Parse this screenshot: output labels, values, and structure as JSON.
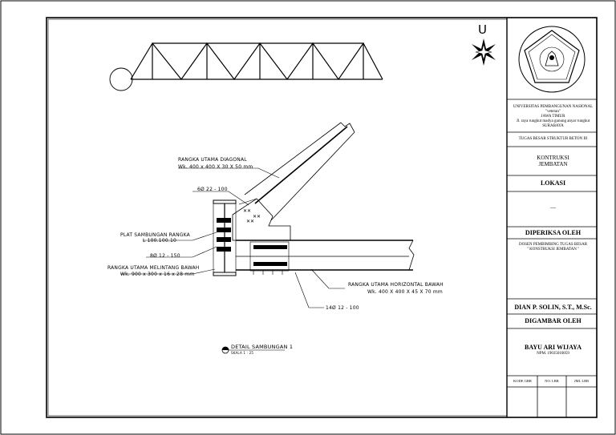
{
  "drawing": {
    "north_label": "U",
    "labels": {
      "diagonal_title": "RANGKA UTAMA DIAGONAL",
      "diagonal_spec": "Wk. 400 x 400 X 30 X 50 mm",
      "bolt_diag": "6Ø 22 - 100",
      "plate_title": "PLAT SAMBUNGAN RANGKA",
      "plate_spec": "L 100.100.10",
      "bolt_vert": "8Ø 12 - 150",
      "lower_title": "RANGKA UTAMA MELINTANG BAWAH",
      "lower_spec": "Wk. 900 x 300 x 16 x 28 mm",
      "horiz_title": "RANGKA UTAMA HORIZONTAL BAWAH",
      "horiz_spec": "Wk. 400 X 400 X 45 X 70 mm",
      "bolt_horiz": "14Ø 12 - 100",
      "detail_title": "DETAIL SAMBUNGAN 1",
      "detail_scale": "SKALA 1 : 25"
    }
  },
  "title_block": {
    "university": "UNIVERSITAS PEMBANGUNAN NASIONAL",
    "university_sub": "\"veteran\"",
    "province": "JAWA TIMUR",
    "address": "Jl. raya rungkut madya gunung anyar rungkut",
    "city": "SURABAYA",
    "assignment": "TUGAS BESAR STRUKTUR BETON III",
    "subject_line1": "KONTRUKSI",
    "subject_line2": "JEMBATAN",
    "lokasi_label": "LOKASI",
    "lokasi_value": "—",
    "checked_label": "DIPERIKSA OLEH",
    "supervisor_line1": "DOSEN PEMBIMBING TUGAS BESAR",
    "supervisor_line2": "\" KONSTRUKSI JEMBATAN \"",
    "supervisor_name": "DIAN P. SOLIN, S.T., M.Sc.",
    "drawn_label": "DIGAMBAR OLEH",
    "drawer_name": "BAYU ARI WIJAYA",
    "drawer_npm": "NPM. 19035010059",
    "footer": [
      "KODE GBR",
      "NO. LBR",
      "JML LBR"
    ]
  }
}
